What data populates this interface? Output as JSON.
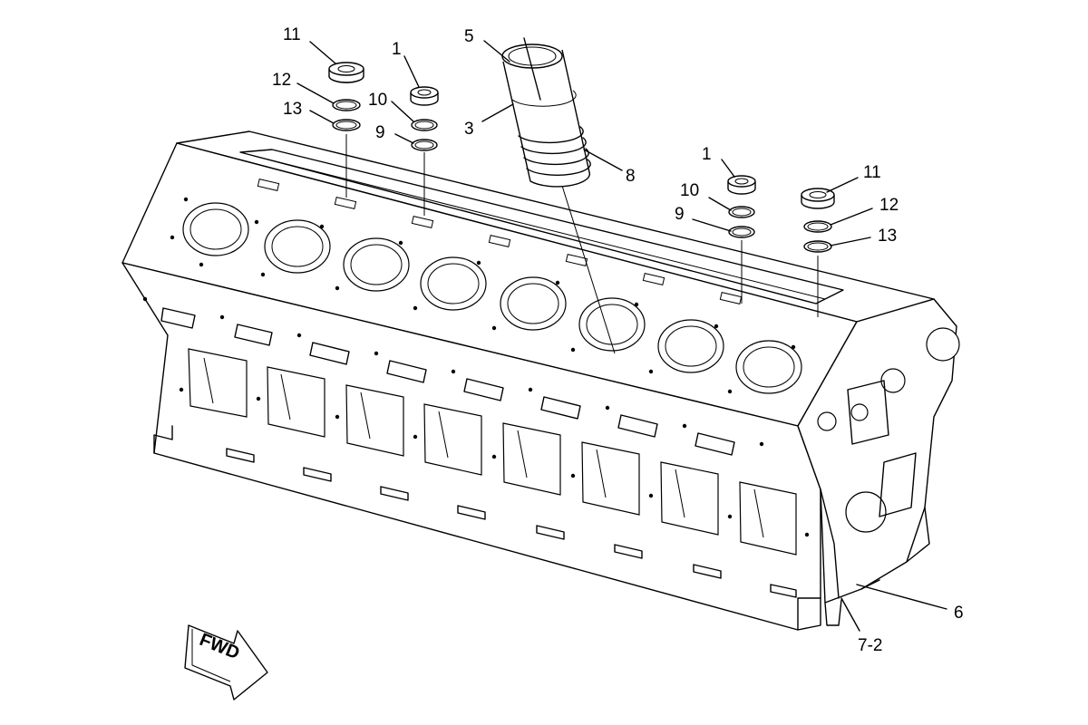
{
  "callouts": {
    "c11a": "11",
    "c12a": "12",
    "c13a": "13",
    "c1a": "1",
    "c10a": "10",
    "c9a": "9",
    "c5": "5",
    "c3": "3",
    "c8": "8",
    "c1b": "1",
    "c10b": "10",
    "c9b": "9",
    "c11b": "11",
    "c12b": "12",
    "c13b": "13",
    "c6": "6",
    "c72": "7-2"
  },
  "direction_arrow": {
    "label": "FWD"
  }
}
